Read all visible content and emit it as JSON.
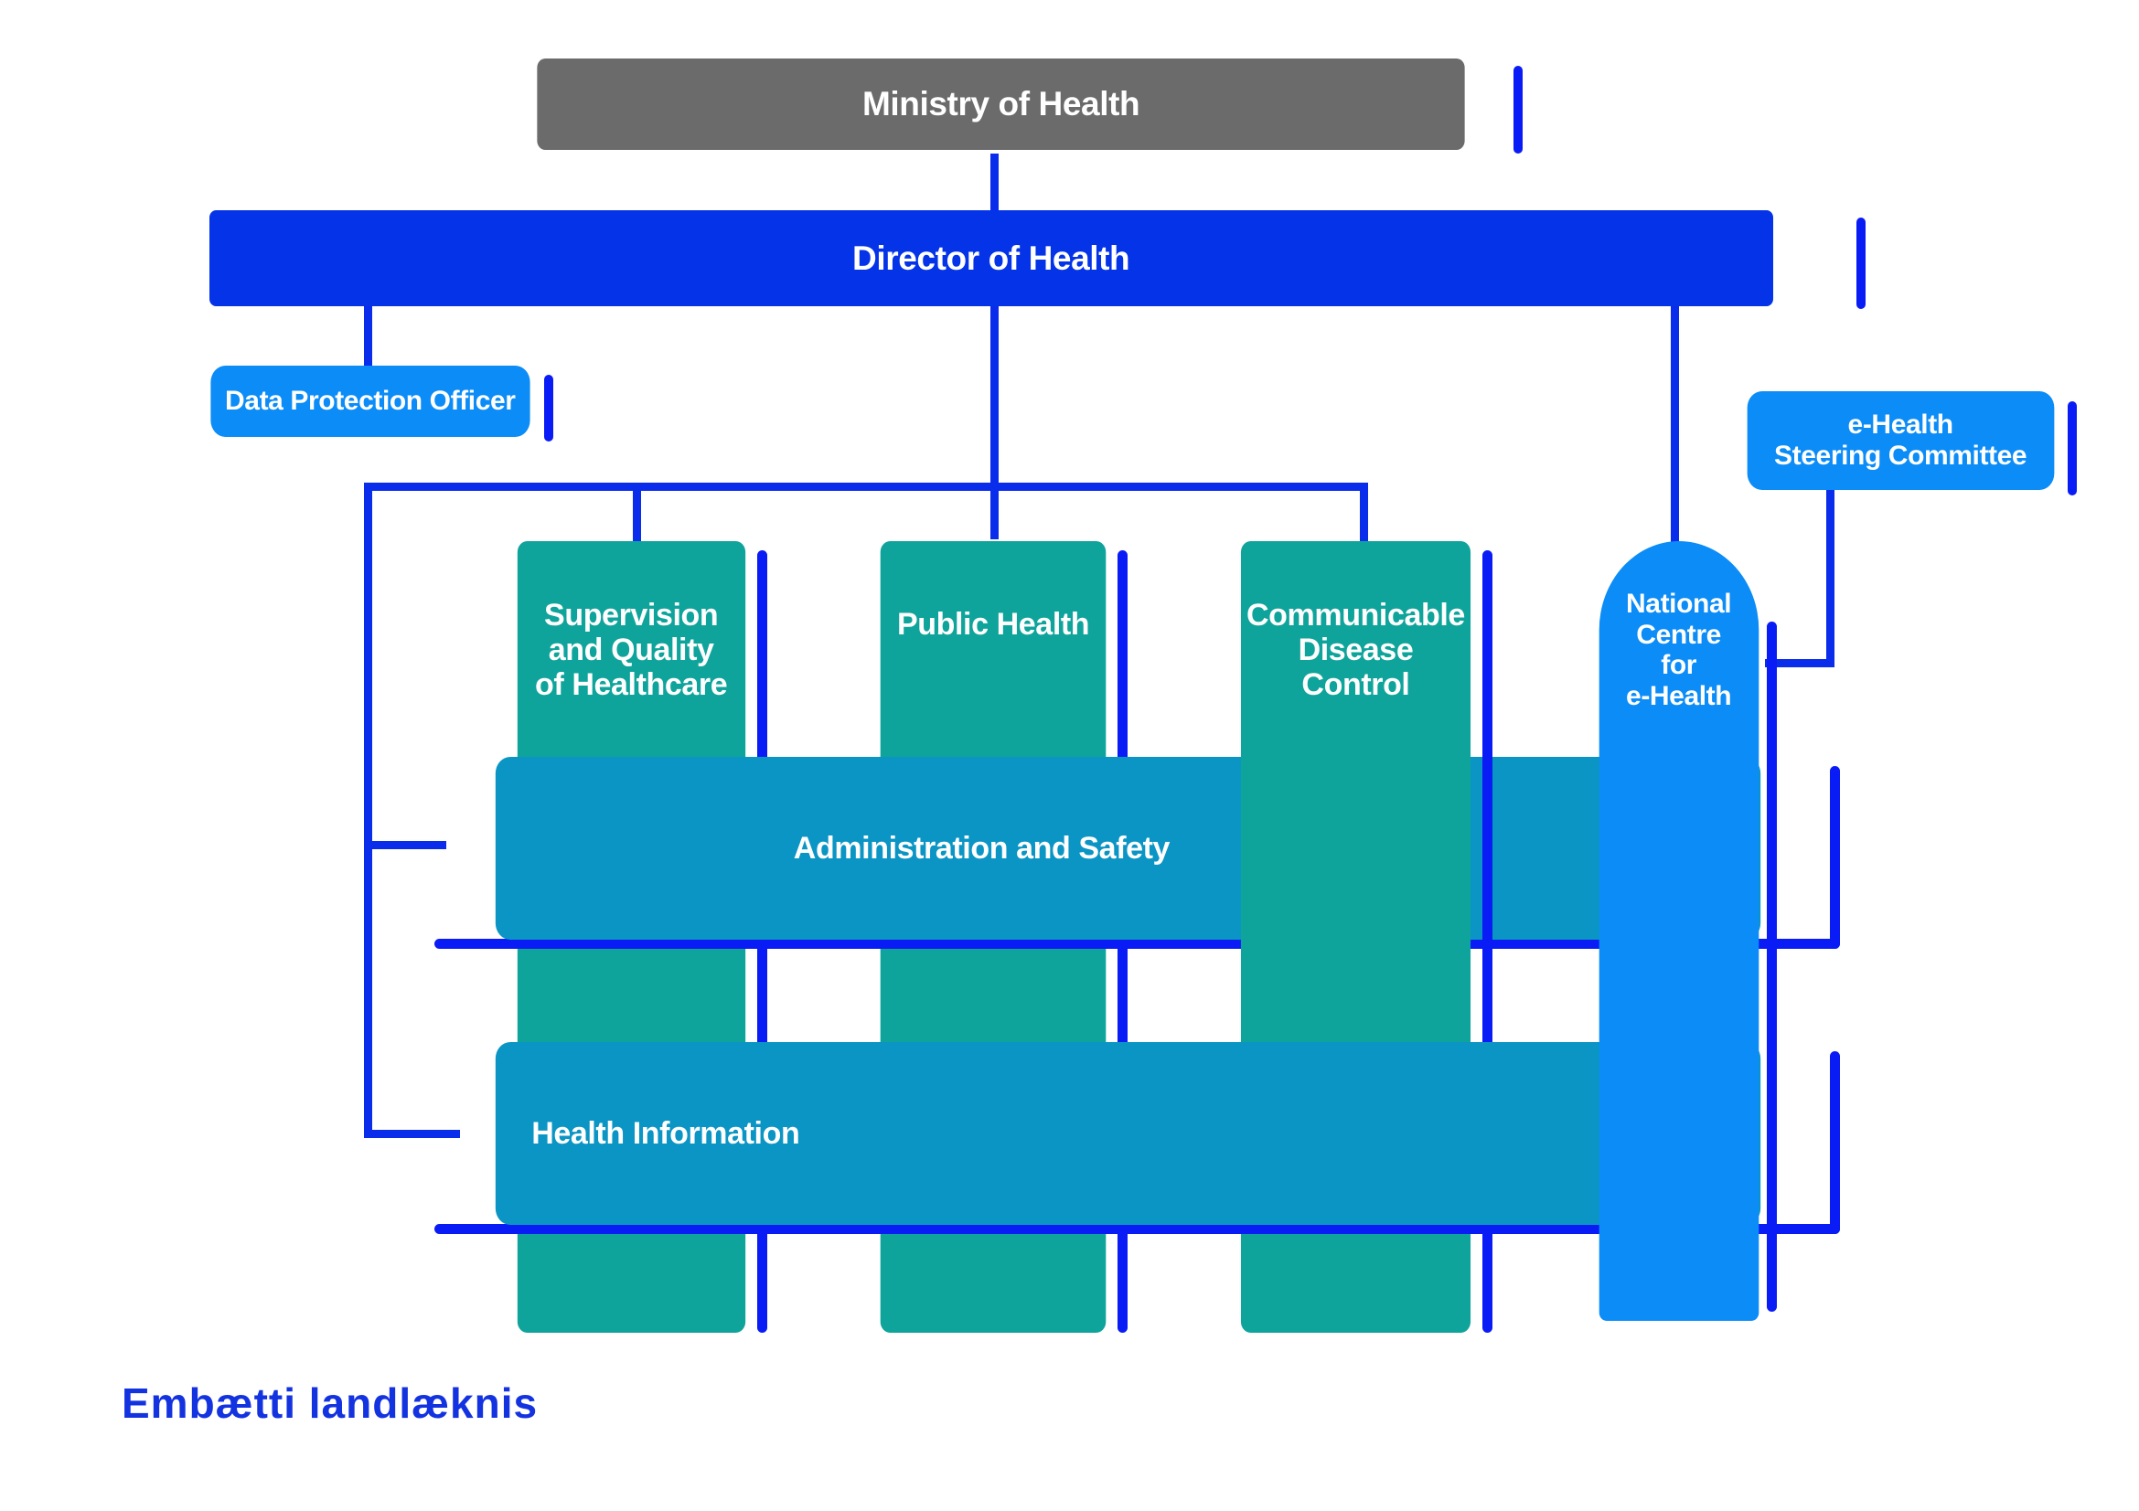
{
  "chart_data": {
    "type": "diagram",
    "title": "Embætti landlæknis organisational chart",
    "nodes": [
      {
        "id": "ministry",
        "label": "Ministry of Health",
        "color": "#6b6b6b"
      },
      {
        "id": "director",
        "label": "Director of Health",
        "color": "#0433e8"
      },
      {
        "id": "dpo",
        "label": "Data Protection Officer",
        "color": "#0c8cf7"
      },
      {
        "id": "steering",
        "label": "e-Health\nSteering Committee",
        "color": "#0c8cf7"
      },
      {
        "id": "supervision",
        "label": "Supervision\nand Quality\nof Healthcare",
        "color": "#0fa49b"
      },
      {
        "id": "publichealth",
        "label": "Public Health",
        "color": "#0fa49b"
      },
      {
        "id": "cdc",
        "label": "Communicable\nDisease\nControl",
        "color": "#0fa49b"
      },
      {
        "id": "ncehealth",
        "label": "National\nCentre\nfor\ne-Health",
        "color": "#0c8cf7"
      },
      {
        "id": "admin",
        "label": "Administration and Safety",
        "color": "#0b95c4"
      },
      {
        "id": "healthinfo",
        "label": "Health Information",
        "color": "#0b95c4"
      }
    ],
    "edges": [
      {
        "from": "ministry",
        "to": "director"
      },
      {
        "from": "director",
        "to": "dpo"
      },
      {
        "from": "director",
        "to": "supervision"
      },
      {
        "from": "director",
        "to": "publichealth"
      },
      {
        "from": "director",
        "to": "cdc"
      },
      {
        "from": "director",
        "to": "ncehealth"
      },
      {
        "from": "director",
        "to": "admin"
      },
      {
        "from": "director",
        "to": "healthinfo"
      },
      {
        "from": "steering",
        "to": "ncehealth"
      }
    ]
  },
  "diagram": {
    "ministry_label": "Ministry of Health",
    "director_label": "Director of Health",
    "dpo_label": "Data Protection Officer",
    "steering_label": "e-Health\nSteering Committee",
    "supervision_label": "Supervision\nand Quality\nof Healthcare",
    "public_health_label": "Public Health",
    "cdc_label": "Communicable\nDisease\nControl",
    "nce_label": "National\nCentre\nfor\ne-Health",
    "admin_label": "Administration and Safety",
    "health_info_label": "Health Information"
  },
  "footer": {
    "logo_text": "Embætti landlæknis"
  },
  "colors": {
    "ministry_gray": "#6b6b6b",
    "director_blue": "#0433e8",
    "light_blue": "#0c8cf7",
    "teal": "#0fa49b",
    "bar_blue": "#0b95c4",
    "line_blue": "#0a2ceb",
    "logo_blue": "#1433e0"
  }
}
